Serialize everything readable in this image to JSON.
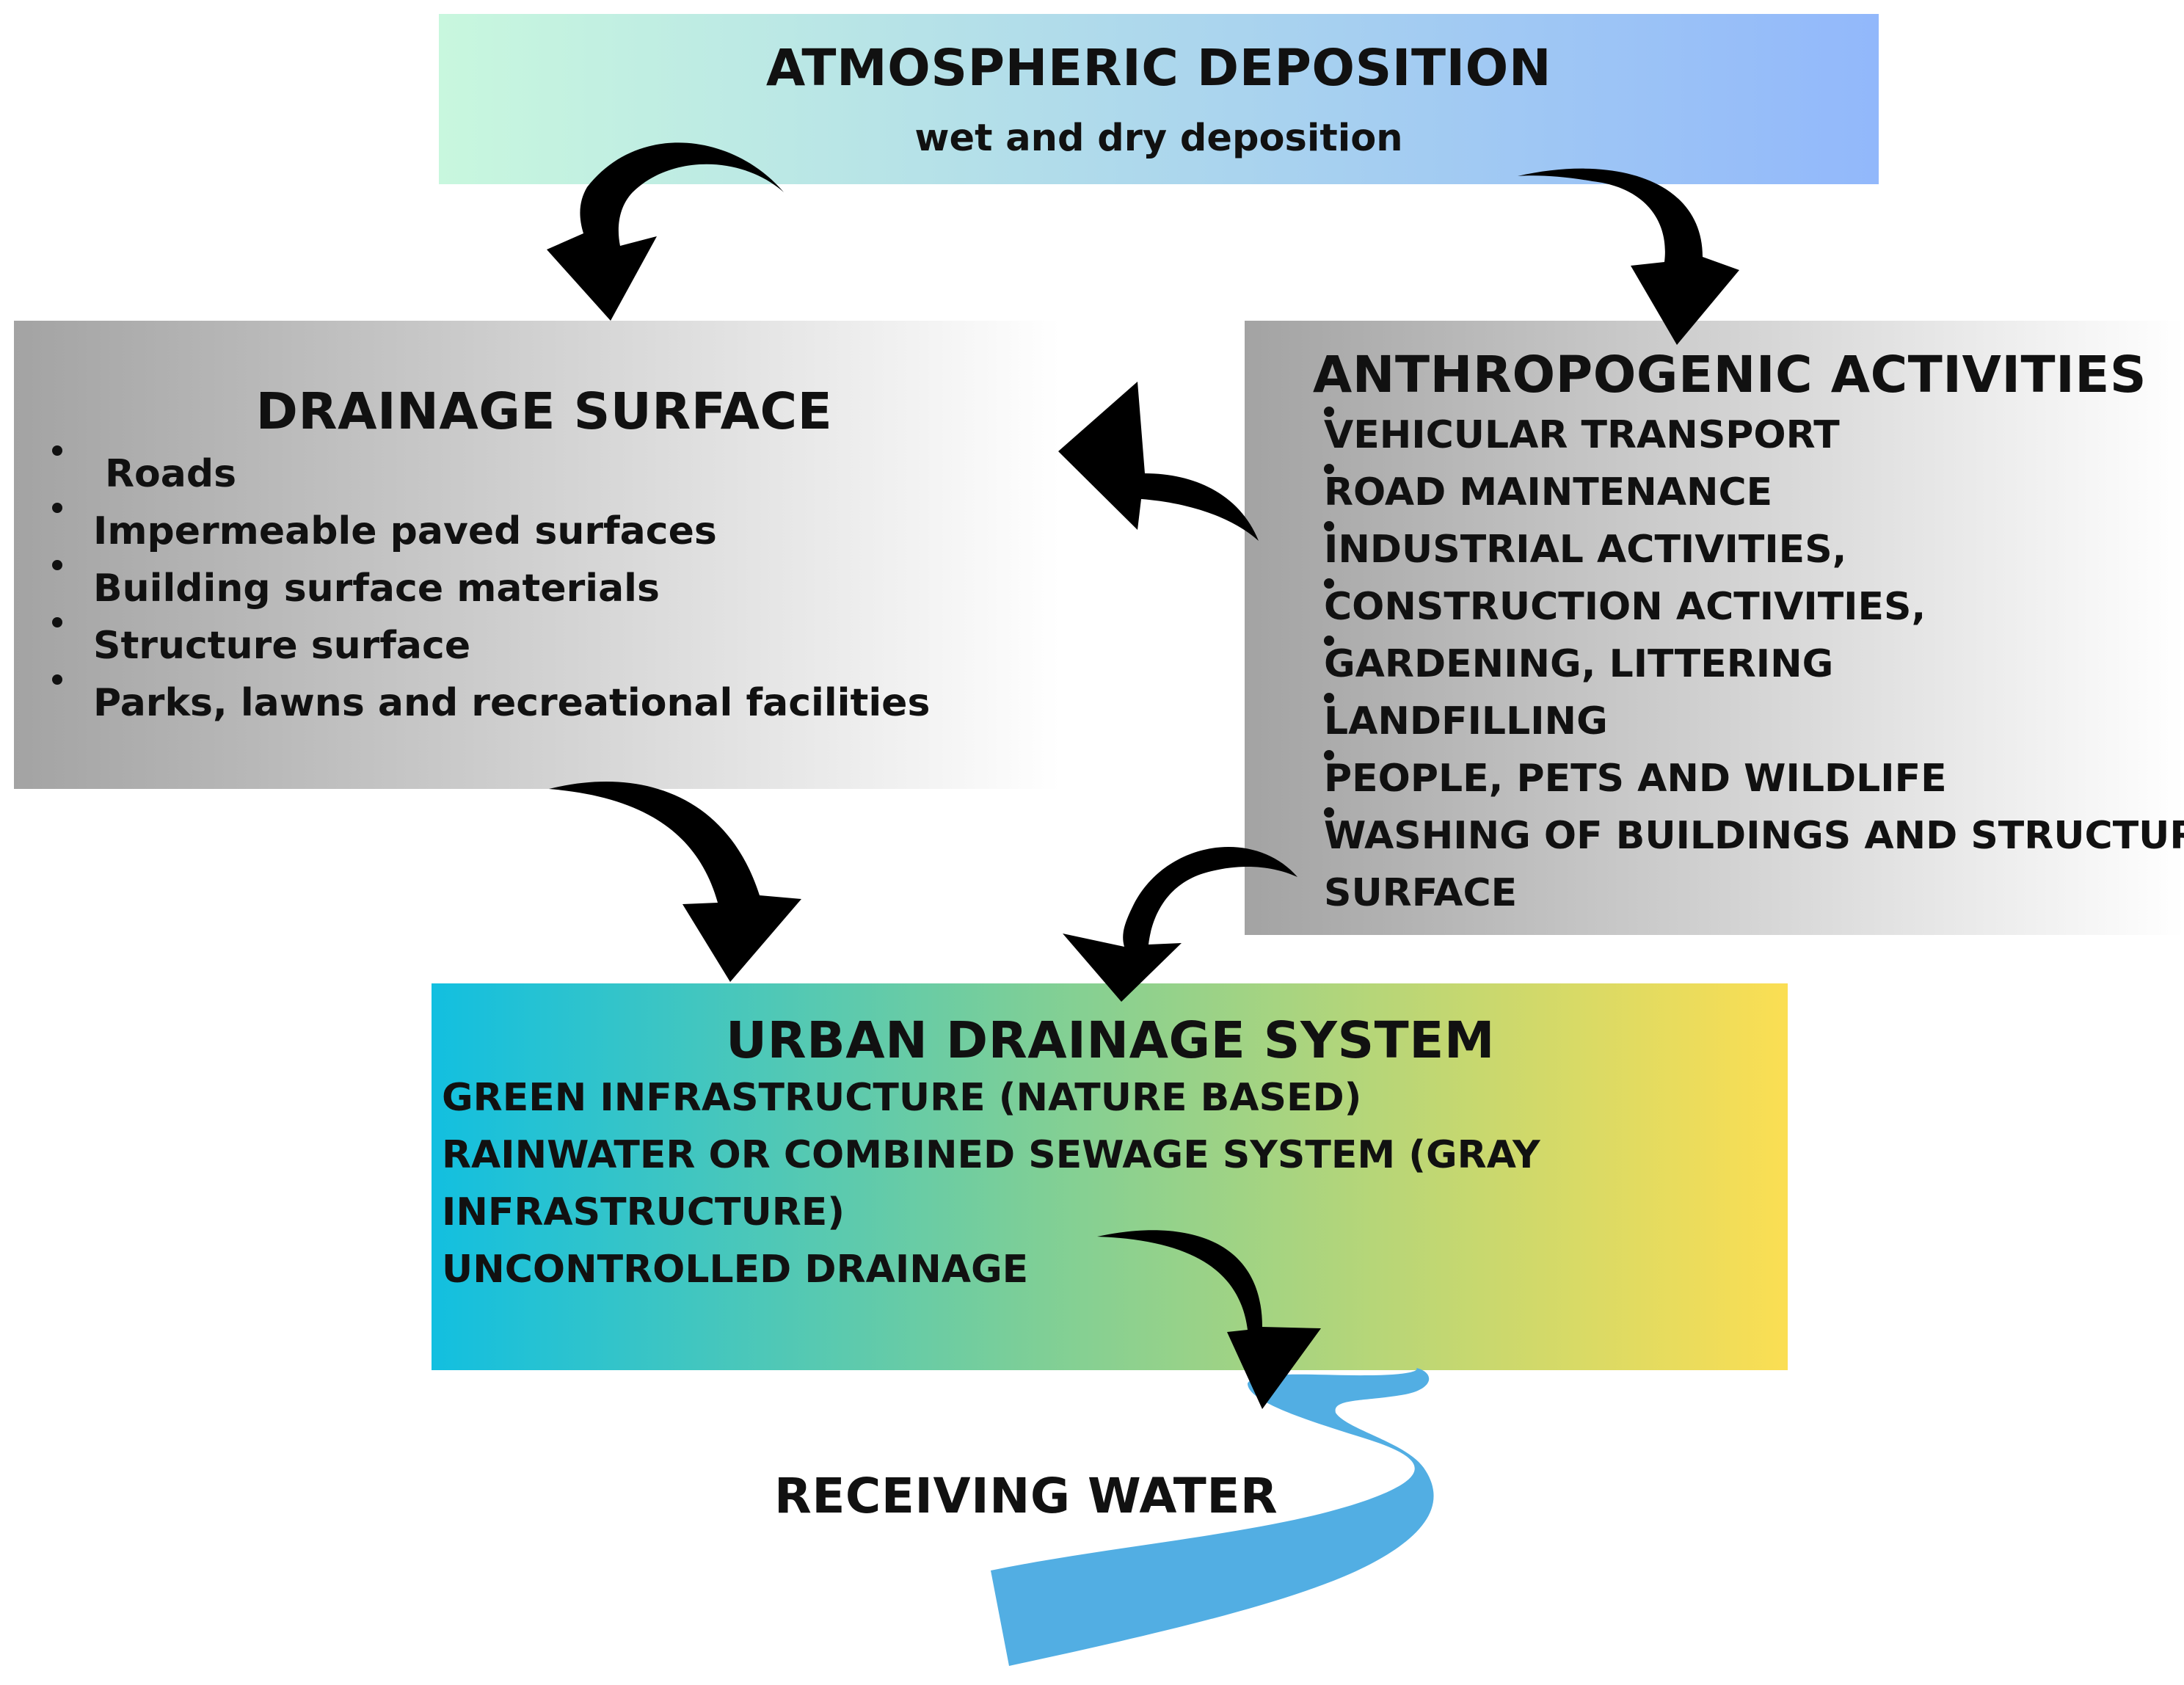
{
  "atmospheric_deposition": {
    "title": "ATMOSPHERIC DEPOSITION",
    "subtitle": "wet and dry deposition"
  },
  "drainage_surface": {
    "title": "DRAINAGE SURFACE",
    "items": [
      "Roads",
      "Impermeable paved surfaces",
      "Building surface materials",
      "Structure surface",
      "Parks, lawns and recreational facilities"
    ]
  },
  "anthropogenic_activities": {
    "title": "ANTHROPOGENIC ACTIVITIES",
    "items": [
      "VEHICULAR TRANSPORT",
      "ROAD MAINTENANCE",
      "INDUSTRIAL ACTIVITIES,",
      "CONSTRUCTION ACTIVITIES,",
      "GARDENING, LITTERING",
      "LANDFILLING",
      "PEOPLE, PETS AND WILDLIFE",
      "WASHING OF BUILDINGS AND STRUCTURE",
      "SURFACE"
    ]
  },
  "urban_drainage_system": {
    "title": "URBAN DRAINAGE SYSTEM",
    "lines": [
      "GREEN INFRASTRUCTURE (NATURE BASED)",
      "RAINWATER OR COMBINED SEWAGE SYSTEM (GRAY",
      "INFRASTRUCTURE)",
      "UNCONTROLLED DRAINAGE"
    ]
  },
  "receiving_water": {
    "label": "RECEIVING WATER"
  },
  "colors": {
    "atmo_gradient": [
      "#c8f7de",
      "#92b8fb"
    ],
    "gray_gradient": [
      "#a3a3a3",
      "#ffffff"
    ],
    "urban_gradient": [
      "#12bfe0",
      "#fbde53"
    ],
    "river": "#52aee3",
    "arrow": "#000000",
    "text": "#111111"
  }
}
